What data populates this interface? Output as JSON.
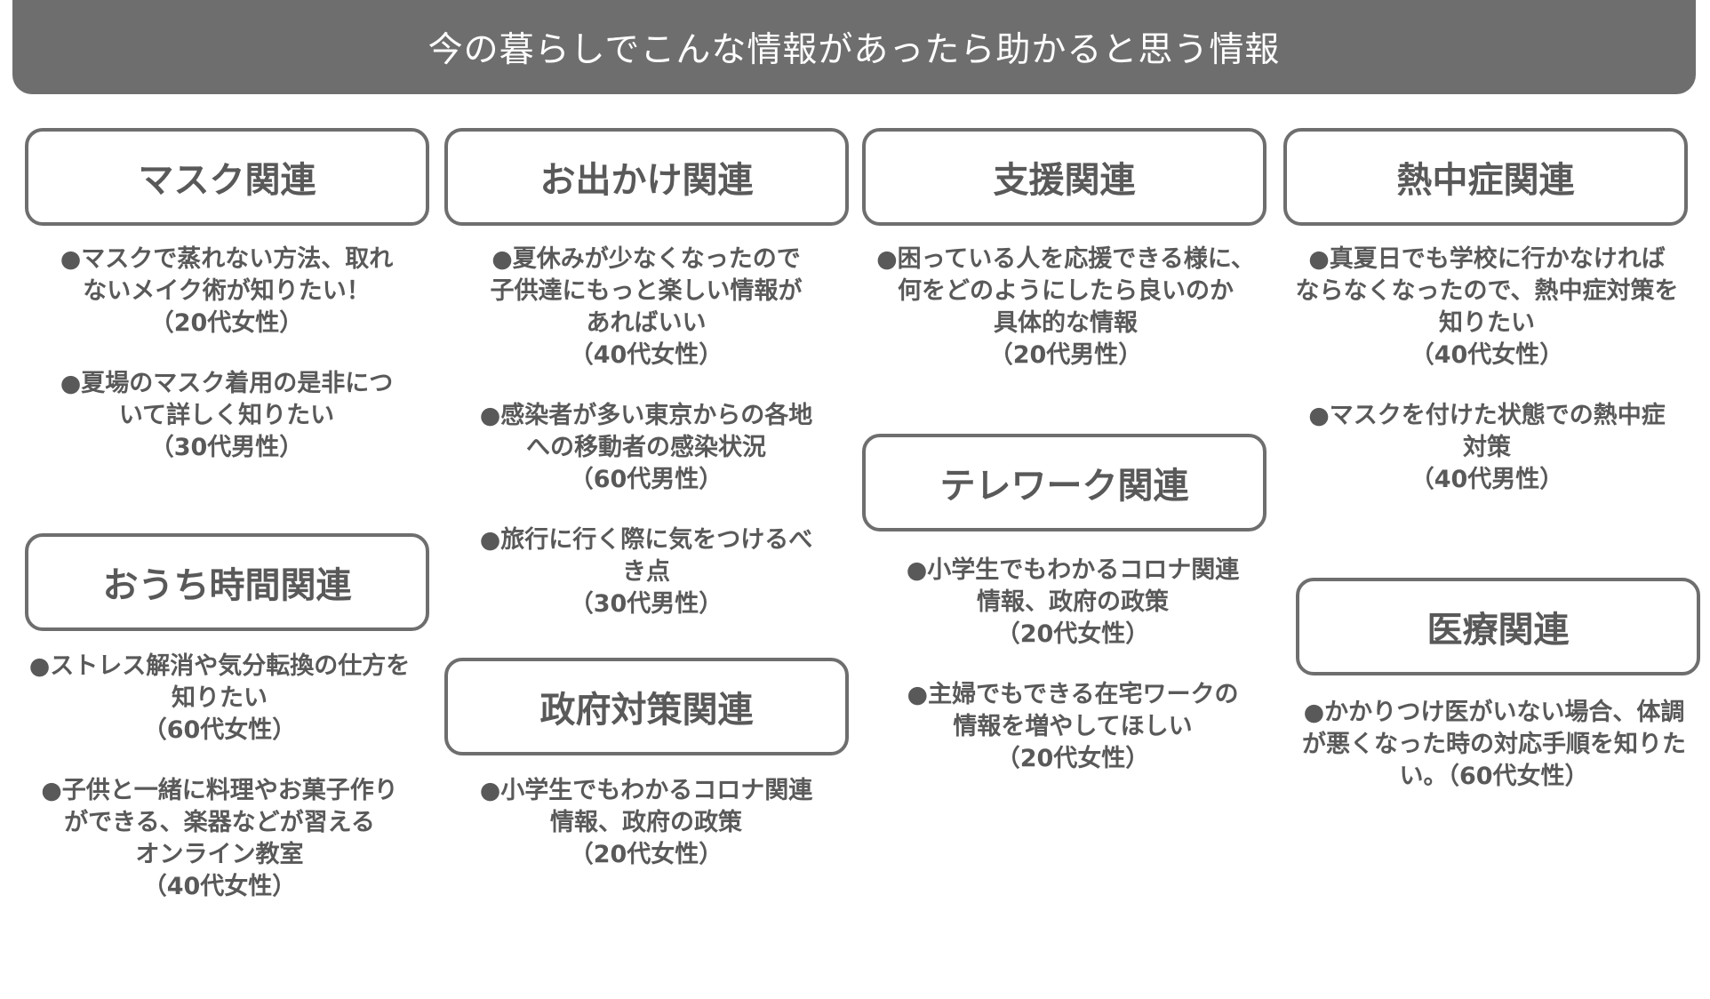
{
  "header": {
    "title": "今の暮らしでこんな情報があったら助かると思う情報"
  },
  "columns": [
    {
      "categories": [
        {
          "label": "マスク関連",
          "items": [
            {
              "text": "●マスクで蒸れない方法、取れ\nないメイク術が知りたい！",
              "who": "（20代女性）"
            },
            {
              "text": "●夏場のマスク着用の是非につ\nいて詳しく知りたい",
              "who": "（30代男性）"
            }
          ]
        },
        {
          "label": "おうち時間関連",
          "items": [
            {
              "text": "●ストレス解消や気分転換の仕方を\n知りたい",
              "who": "（60代女性）"
            },
            {
              "text": "●子供と一緒に料理やお菓子作り\nができる、楽器などが習える\nオンライン教室",
              "who": "（40代女性）"
            }
          ]
        }
      ]
    },
    {
      "categories": [
        {
          "label": "お出かけ関連",
          "items": [
            {
              "text": "●夏休みが少なくなったので\n子供達にもっと楽しい情報が\nあればいい",
              "who": "（40代女性）"
            },
            {
              "text": "●感染者が多い東京からの各地\nへの移動者の感染状況",
              "who": "（60代男性）"
            },
            {
              "text": "●旅行に行く際に気をつけるべ\nき点",
              "who": "（30代男性）"
            }
          ]
        },
        {
          "label": "政府対策関連",
          "items": [
            {
              "text": "●小学生でもわかるコロナ関連\n情報、政府の政策",
              "who": "（20代女性）"
            }
          ]
        }
      ]
    },
    {
      "categories": [
        {
          "label": "支援関連",
          "items": [
            {
              "text": "●困っている人を応援できる様に、\n何をどのようにしたら良いのか\n具体的な情報",
              "who": "（20代男性）"
            }
          ]
        },
        {
          "label": "テレワーク関連",
          "items": [
            {
              "text": "●小学生でもわかるコロナ関連\n情報、政府の政策",
              "who": "（20代女性）"
            },
            {
              "text": "●主婦でもできる在宅ワークの\n情報を増やしてほしい",
              "who": "（20代女性）"
            }
          ]
        }
      ]
    },
    {
      "categories": [
        {
          "label": "熱中症関連",
          "items": [
            {
              "text": "●真夏日でも学校に行かなければ\nならなくなったので、熱中症対策を\n知りたい",
              "who": "（40代女性）"
            },
            {
              "text": "●マスクを付けた状態での熱中症\n対策",
              "who": "（40代男性）"
            }
          ]
        },
        {
          "label": "医療関連",
          "items": [
            {
              "text": "●かかりつけ医がいない場合、体調\nが悪くなった時の対応手順を知りた\nい。（60代女性）",
              "who": ""
            }
          ]
        }
      ]
    }
  ]
}
